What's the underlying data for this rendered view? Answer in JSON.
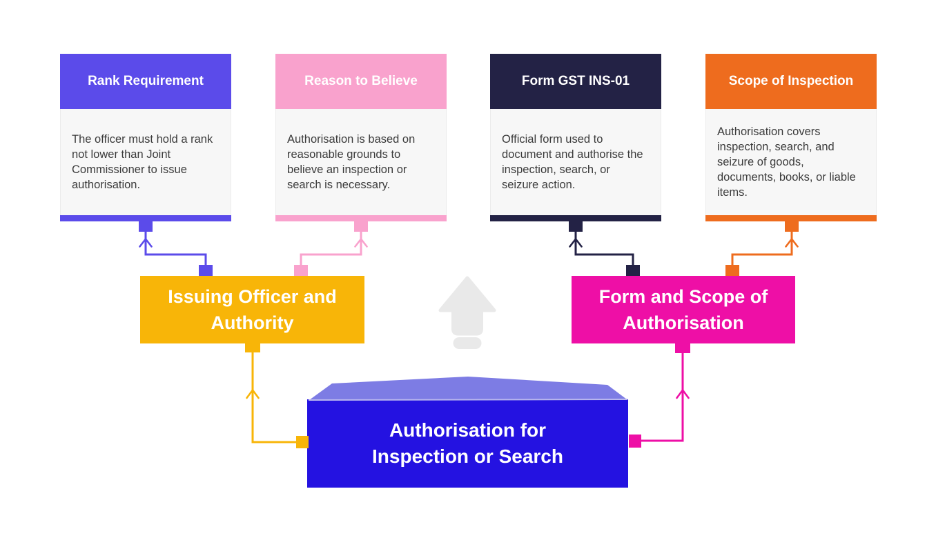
{
  "diagram": {
    "title_implied": "GST authorisation flow",
    "cards": [
      {
        "title": "Rank Requirement",
        "body": "The officer must hold a rank not lower than Joint Commissioner to issue authorisation.",
        "accent": "#5b4bea"
      },
      {
        "title": "Reason to Believe",
        "body": "Authorisation is based on reasonable grounds to believe an inspection or search is necessary.",
        "accent": "#f9a2cd"
      },
      {
        "title": "Form GST INS-01",
        "body": "Official form used to document and authorise the inspection, search, or seizure action.",
        "accent": "#232245"
      },
      {
        "title": "Scope of Inspection",
        "body": "Authorisation covers inspection, search, and seizure of goods, documents, books, or liable items.",
        "accent": "#ee6c1e"
      }
    ],
    "mid_nodes": [
      {
        "label": "Issuing Officer and Authority",
        "accent": "#f8b508"
      },
      {
        "label": "Form and Scope of Authorisation",
        "accent": "#ee0fa6"
      }
    ],
    "root_node": {
      "label_line1": "Authorisation for",
      "label_line2": "Inspection or Search",
      "front_color": "#2412e1",
      "top_color": "#7d7ce4"
    },
    "colors": {
      "card_body_bg": "#f7f7f7",
      "body_text": "#3b3b3b",
      "up_arrow": "#e9e9e9",
      "background": "#ffffff"
    },
    "icons": {
      "center": "up-arrow-icon",
      "connector_arrowheads": "chevron-up-icon"
    }
  }
}
